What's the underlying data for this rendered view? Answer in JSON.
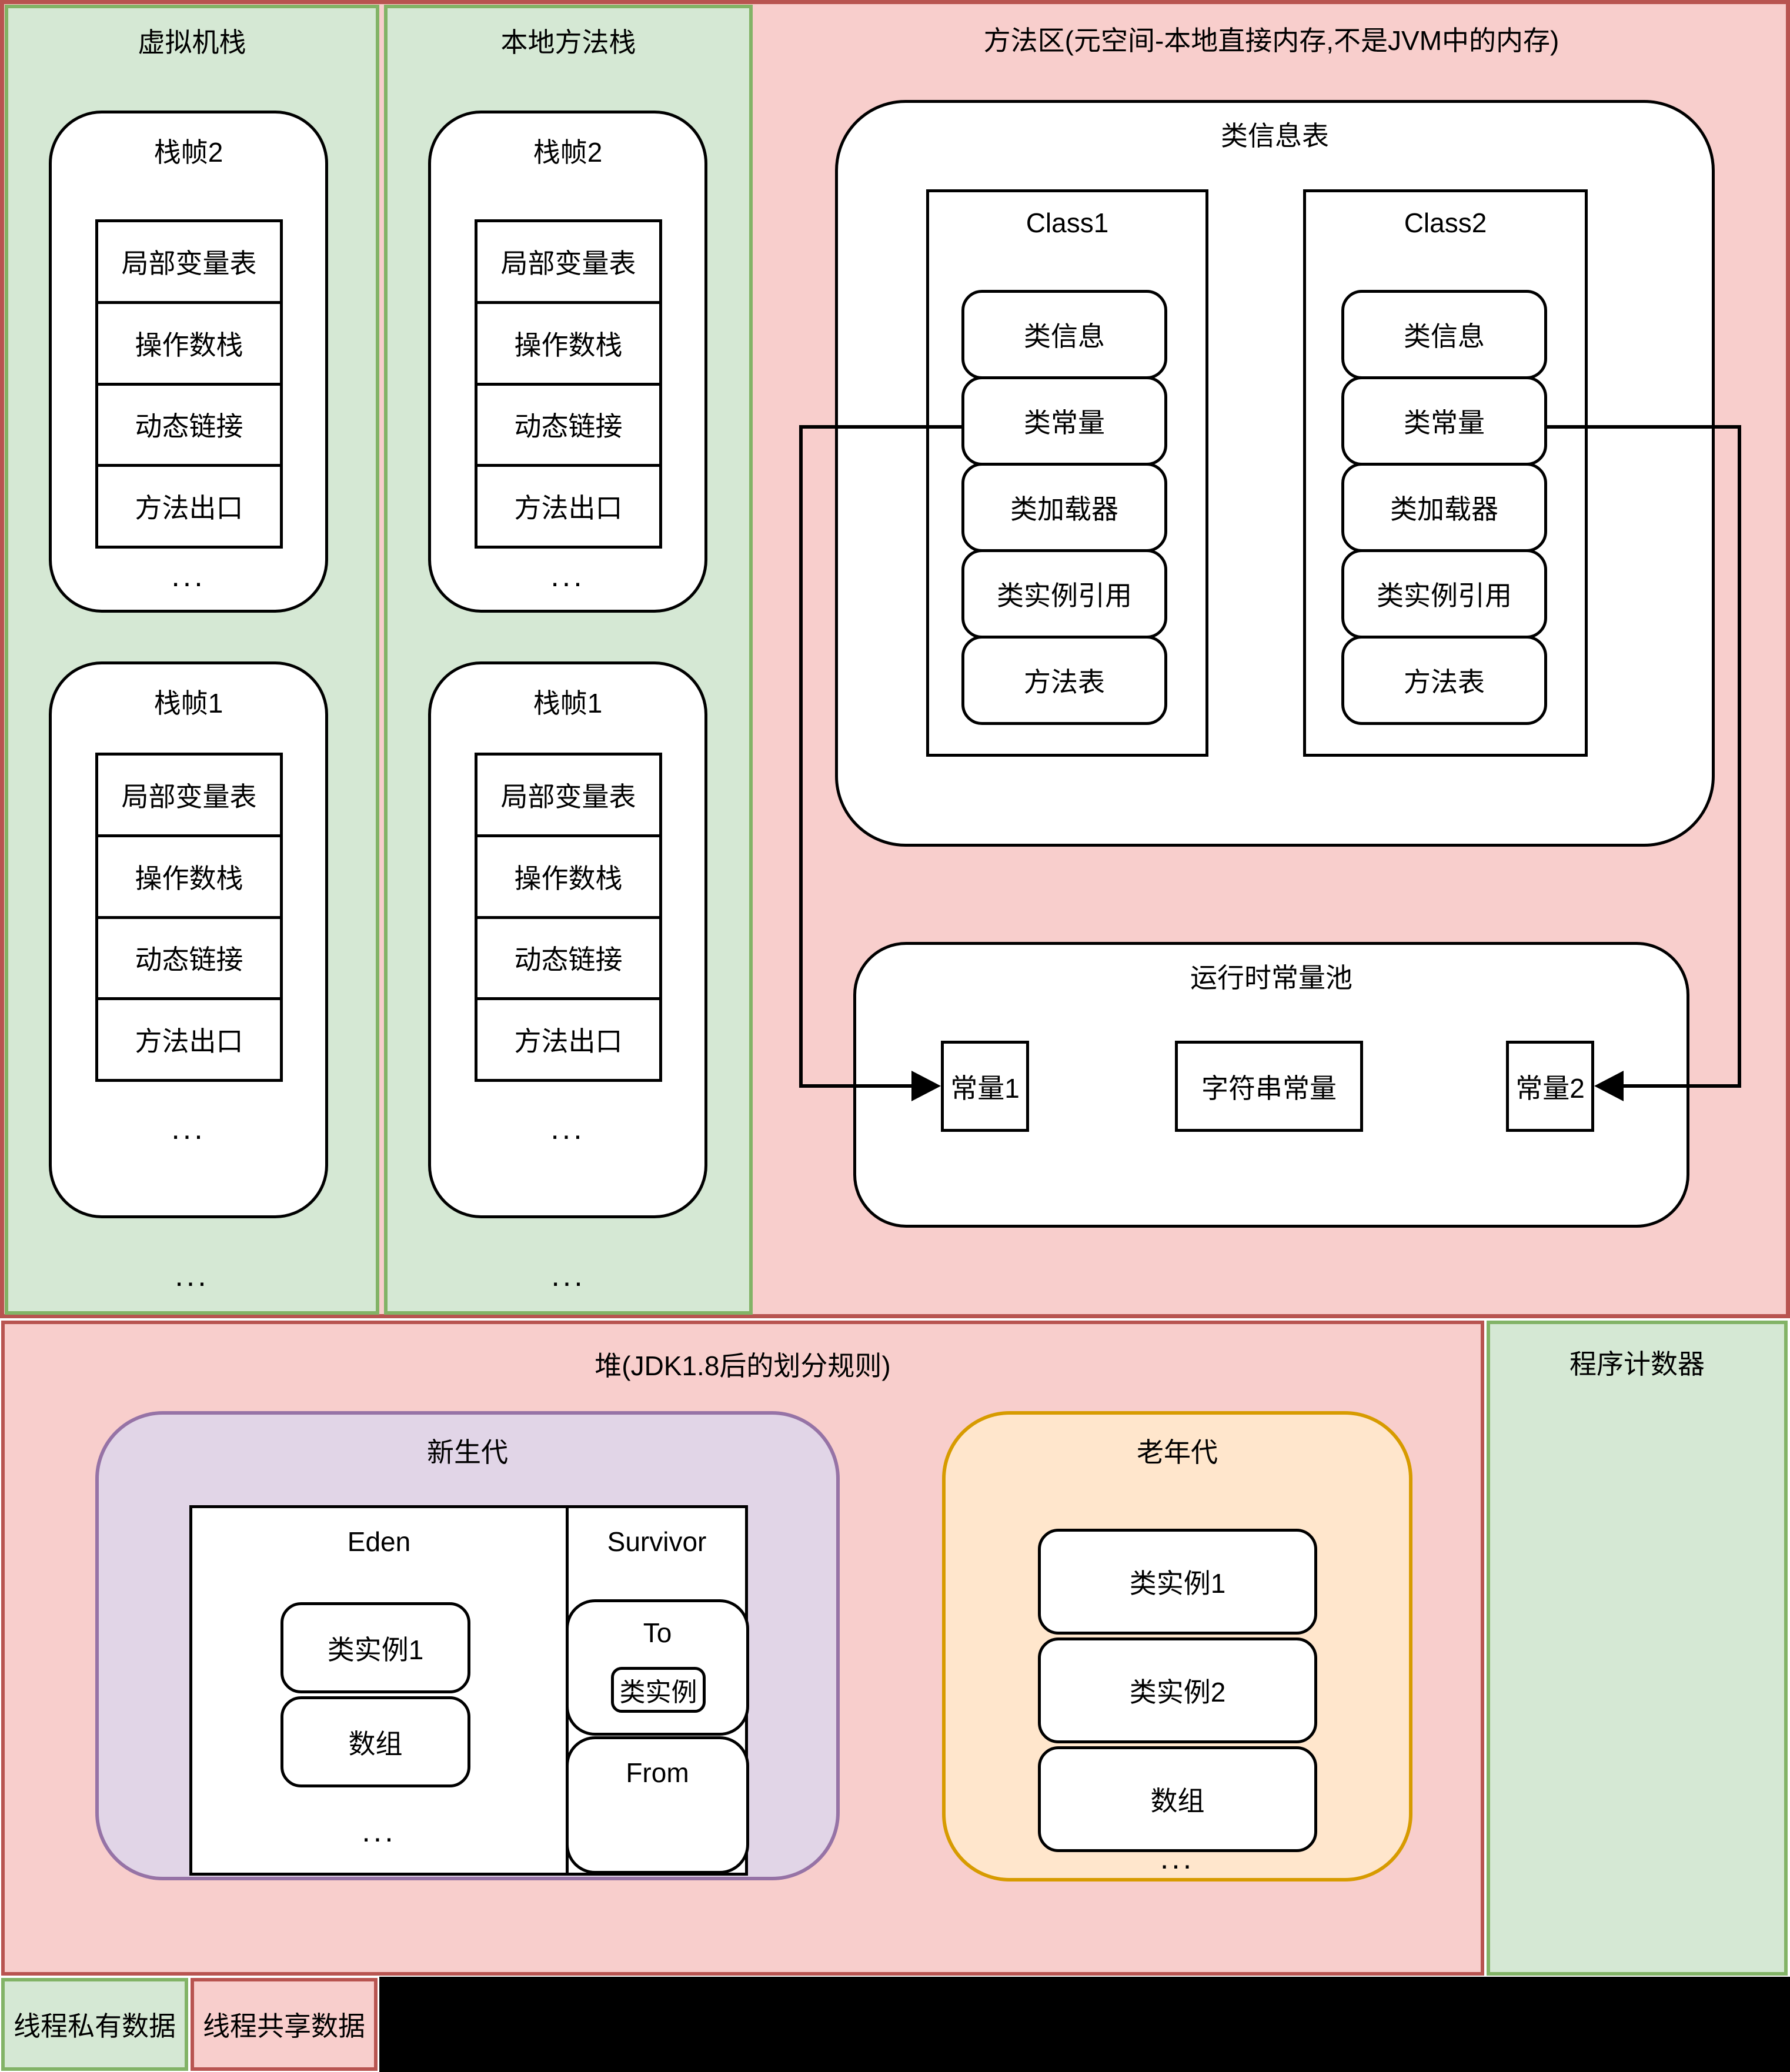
{
  "colors": {
    "green_fill": "#d5e8d4",
    "green_border": "#82b366",
    "pink_fill": "#f8cecc",
    "pink_border": "#b85450",
    "purple_fill": "#e1d5e7",
    "purple_border": "#9673a6",
    "orange_fill": "#ffe6cc",
    "orange_border": "#d79b00",
    "box_border": "#000000",
    "black_area": "#000000"
  },
  "vm": {
    "title": "虚拟机栈",
    "frames": [
      {
        "name": "栈帧2",
        "rows": [
          "局部变量表",
          "操作数栈",
          "动态链接",
          "方法出口"
        ],
        "ellipsis": "..."
      },
      {
        "name": "栈帧1",
        "rows": [
          "局部变量表",
          "操作数栈",
          "动态链接",
          "方法出口"
        ],
        "ellipsis": "..."
      }
    ],
    "ellipsis": "..."
  },
  "native": {
    "title": "本地方法栈",
    "frames": [
      {
        "name": "栈帧2",
        "rows": [
          "局部变量表",
          "操作数栈",
          "动态链接",
          "方法出口"
        ],
        "ellipsis": "..."
      },
      {
        "name": "栈帧1",
        "rows": [
          "局部变量表",
          "操作数栈",
          "动态链接",
          "方法出口"
        ],
        "ellipsis": "..."
      }
    ],
    "ellipsis": "..."
  },
  "method_area": {
    "title": "方法区(元空间-本地直接内存,不是JVM中的内存)",
    "class_table": {
      "title": "类信息表",
      "classes": [
        {
          "name": "Class1",
          "items": [
            "类信息",
            "类常量",
            "类加载器",
            "类实例引用",
            "方法表"
          ]
        },
        {
          "name": "Class2",
          "items": [
            "类信息",
            "类常量",
            "类加载器",
            "类实例引用",
            "方法表"
          ]
        }
      ]
    },
    "pool": {
      "title": "运行时常量池",
      "items": [
        "常量1",
        "字符串常量",
        "常量2"
      ]
    }
  },
  "heap": {
    "title": "堆(JDK1.8后的划分规则)",
    "young": {
      "title": "新生代",
      "eden": {
        "title": "Eden",
        "items": [
          "类实例1",
          "数组"
        ],
        "ellipsis": "..."
      },
      "survivor": {
        "title": "Survivor",
        "to": {
          "title": "To",
          "item": "类实例"
        },
        "from": {
          "title": "From"
        }
      }
    },
    "old": {
      "title": "老年代",
      "items": [
        "类实例1",
        "类实例2",
        "数组"
      ],
      "ellipsis": "..."
    }
  },
  "pc": {
    "title": "程序计数器"
  },
  "legend": {
    "private_label": "线程私有数据",
    "shared_label": "线程共享数据"
  }
}
